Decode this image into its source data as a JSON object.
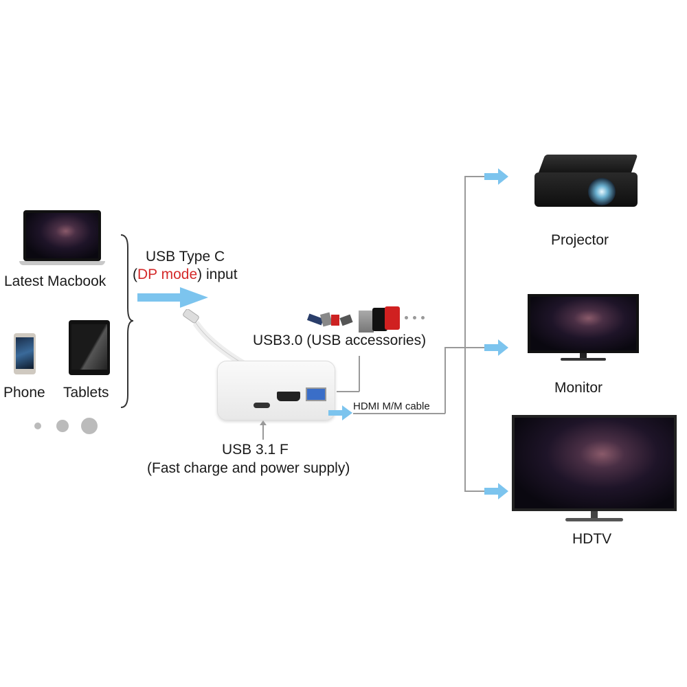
{
  "sources": {
    "macbook_label": "Latest Macbook",
    "phone_label": "Phone",
    "tablets_label": "Tablets"
  },
  "input": {
    "line1": "USB Type C",
    "paren_open": "(",
    "highlight": "DP mode",
    "rest": ") input",
    "highlight_color": "#d42a2a"
  },
  "adapter": {
    "usb30_label": "USB3.0 (USB accessories)",
    "hdmi_label": "HDMI M/M cable",
    "usb31_line1": "USB 3.1 F",
    "usb31_line2": "(Fast charge and power supply)"
  },
  "outputs": {
    "projector_label": "Projector",
    "monitor_label": "Monitor",
    "hdtv_label": "HDTV"
  },
  "colors": {
    "arrow": "#7cc4ee",
    "connector_line": "#999999"
  }
}
